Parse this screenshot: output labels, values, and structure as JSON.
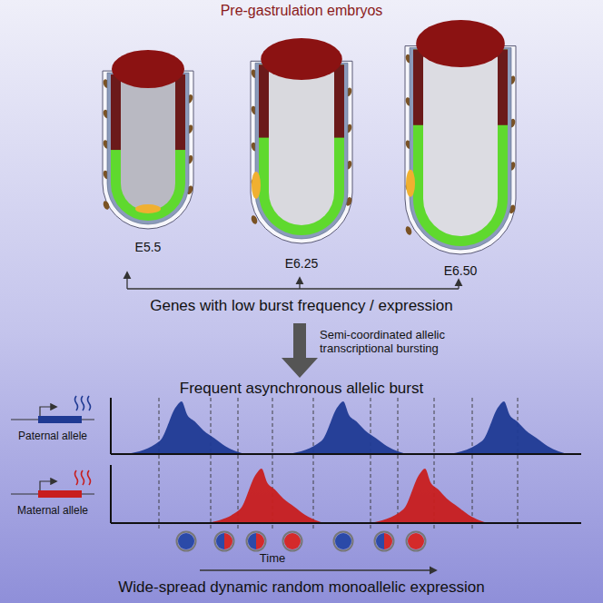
{
  "diagram": {
    "title": "Pre-gastrulation embryos",
    "labels": [
      "E5.5",
      "E6.25",
      "E6.50",
      "Genes with low burst frequency / expression",
      "Semi-coordinated allelic transcriptional bursting",
      "Frequent asynchronous allelic burst",
      "Paternal allele",
      "Maternal allele",
      "Time",
      "Wide-spread dynamic random monoallelic expression"
    ]
  }
}
